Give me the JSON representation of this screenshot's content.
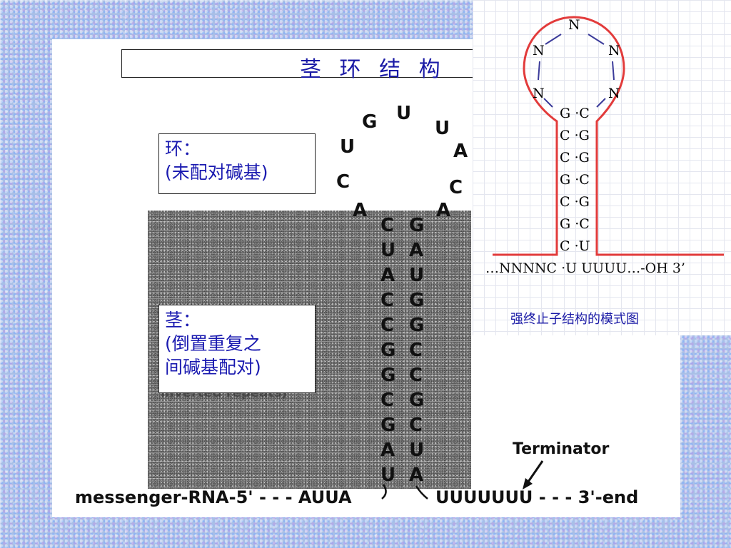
{
  "title": "茎 环 结 构",
  "loop_label": {
    "line1": "环：",
    "line2": "(未配对碱基)"
  },
  "stem_label": {
    "line1": "茎：",
    "line2": "(倒置重复之",
    "line3": "间碱基配对)"
  },
  "background_hint": "inverted repeats)",
  "loop_bases": [
    "A",
    "C",
    "U",
    "G",
    "U",
    "U",
    "A",
    "C",
    "A"
  ],
  "stem_left": [
    "C",
    "U",
    "A",
    "C",
    "C",
    "G",
    "G",
    "C",
    "G",
    "A",
    "U"
  ],
  "stem_right": [
    "G",
    "A",
    "U",
    "G",
    "G",
    "C",
    "C",
    "G",
    "C",
    "U",
    "A"
  ],
  "mrna_left": "messenger-RNA-5' - - - AUUA",
  "mrna_right": "UUUUUUU - - - 3'-end",
  "terminator_label": "Terminator",
  "inset": {
    "loop_nodes": [
      "N",
      "N",
      "N",
      "N",
      "N"
    ],
    "stem_pairs": [
      "G ·C",
      "C ·G",
      "C ·G",
      "G ·C",
      "C ·G",
      "G ·C",
      "C ·U"
    ],
    "sequence_3prime": "…NNNNC ·U UUUU…-OH 3’",
    "caption": "强终止子结构的模式图"
  },
  "colors": {
    "accent": "#1a1aa6",
    "loop_line": "#e23b3b",
    "dash": "#3b3b9a"
  }
}
